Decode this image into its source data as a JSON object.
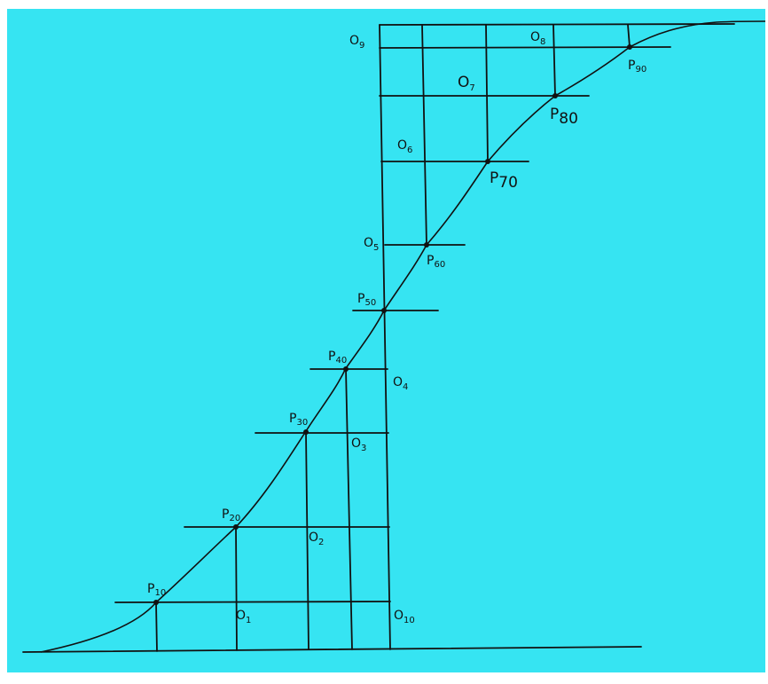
{
  "colors": {
    "background": "#36e4f2",
    "ink": "#111111",
    "page": "#ffffff"
  },
  "labels": {
    "o1": {
      "main": "O",
      "sub": "1"
    },
    "o2": {
      "main": "O",
      "sub": "2"
    },
    "o3": {
      "main": "O",
      "sub": "3"
    },
    "o4": {
      "main": "O",
      "sub": "4"
    },
    "o5": {
      "main": "O",
      "sub": "5"
    },
    "o6": {
      "main": "O",
      "sub": "6"
    },
    "o7": {
      "main": "O",
      "sub": "7"
    },
    "o8": {
      "main": "O",
      "sub": "8"
    },
    "o9": {
      "main": "O",
      "sub": "9"
    },
    "o10": {
      "main": "O",
      "sub": "10"
    },
    "p10": {
      "main": "P",
      "sub": "10"
    },
    "p20": {
      "main": "P",
      "sub": "20"
    },
    "p30": {
      "main": "P",
      "sub": "30"
    },
    "p40": {
      "main": "P",
      "sub": "40"
    },
    "p50": {
      "main": "P",
      "sub": "50"
    },
    "p60": {
      "main": "P",
      "sub": "60"
    },
    "p70": {
      "main": "P",
      "sub": "70"
    },
    "p80": {
      "main": "P",
      "sub": "80"
    },
    "p90": {
      "main": "P",
      "sub": "90"
    }
  }
}
